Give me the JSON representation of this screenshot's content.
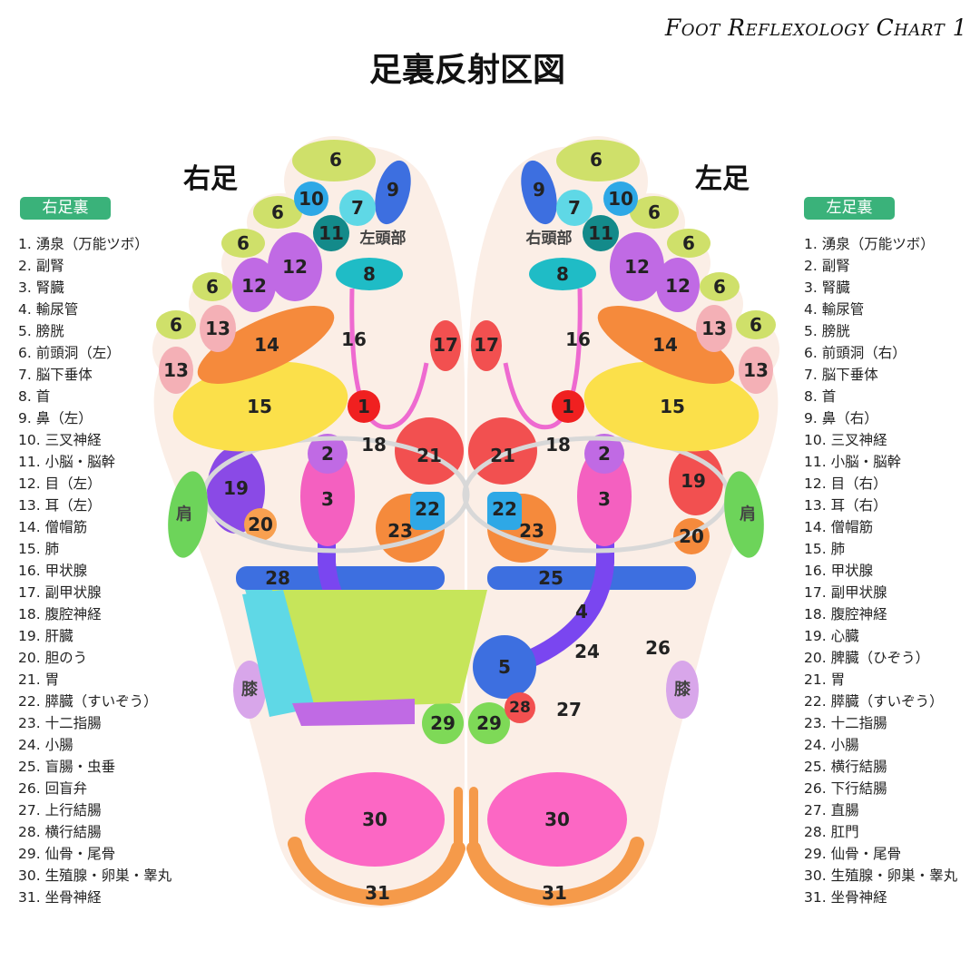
{
  "header": {
    "corner_title": "Foot Reflexology Chart 1",
    "main_title": "足裏反射区図"
  },
  "right_foot": {
    "title": "右足",
    "badge": "右足裏",
    "head_label": "左頭部",
    "shoulder_label": "肩",
    "knee_label": "膝",
    "legend": [
      "1. 湧泉（万能ツボ）",
      "2. 副腎",
      "3. 腎臓",
      "4. 輸尿管",
      "5. 膀胱",
      "6. 前頭洞（左）",
      "7. 脳下垂体",
      "8. 首",
      "9. 鼻（左）",
      "10. 三叉神経",
      "11. 小脳・脳幹",
      "12. 目（左）",
      "13. 耳（左）",
      "14. 僧帽筋",
      "15. 肺",
      "16. 甲状腺",
      "17. 副甲状腺",
      "18. 腹腔神経",
      "19. 肝臓",
      "20. 胆のう",
      "21. 胃",
      "22. 膵臓（すいぞう）",
      "23. 十二指腸",
      "24. 小腸",
      "25. 盲腸・虫垂",
      "26. 回盲弁",
      "27. 上行結腸",
      "28. 横行結腸",
      "29. 仙骨・尾骨",
      "30. 生殖腺・卵巣・睾丸",
      "31. 坐骨神経"
    ]
  },
  "left_foot": {
    "title": "左足",
    "badge": "左足裏",
    "head_label": "右頭部",
    "shoulder_label": "肩",
    "knee_label": "膝",
    "legend": [
      "1. 湧泉（万能ツボ）",
      "2. 副腎",
      "3. 腎臓",
      "4. 輸尿管",
      "5. 膀胱",
      "6. 前頭洞（右）",
      "7. 脳下垂体",
      "8. 首",
      "9. 鼻（右）",
      "10. 三叉神経",
      "11. 小脳・脳幹",
      "12. 目（右）",
      "13. 耳（右）",
      "14. 僧帽筋",
      "15. 肺",
      "16. 甲状腺",
      "17. 副甲状腺",
      "18. 腹腔神経",
      "19. 心臓",
      "20. 脾臓（ひぞう）",
      "21. 胃",
      "22. 膵臓（すいぞう）",
      "23. 十二指腸",
      "24. 小腸",
      "25. 横行結腸",
      "26. 下行結腸",
      "27. 直腸",
      "28. 肛門",
      "29. 仙骨・尾骨",
      "30. 生殖腺・卵巣・睾丸",
      "31. 坐骨神経"
    ]
  },
  "zone_colors": {
    "foot_skin": "#fbeee6",
    "sinus_6": "#cfe06a",
    "nose_9": "#3d6fe0",
    "trigeminal_10": "#2ea8e6",
    "pituitary_7": "#5fd8e6",
    "cerebellum_11": "#138a8a",
    "neck_8": "#1fbcc6",
    "eye_12": "#c06ae4",
    "ear_13": "#f4b0b6",
    "trapezius_14": "#f58a3c",
    "lung_15": "#fbe04a",
    "thyroid_16": "#ee6ad0",
    "parathyroid_17": "#f25050",
    "point_1": "#f02020",
    "solar_plexus_18": "#d8d8d8",
    "liver_heart_19": "#8a4ae6",
    "adrenal_2": "#c06ae4",
    "kidney_3": "#f460c0",
    "ureter_4": "#7a46f0",
    "bladder_5": "#3d6fe0",
    "stomach_21": "#f25050",
    "pancreas_22": "#2ea8e6",
    "duodenum_23": "#f58a3c",
    "small_intestine_24": "#c6e55a",
    "transverse_colon": "#3d6fe0",
    "ascending_colon": "#5fd8e6",
    "rectum_27": "#c06ae4",
    "sacrum_29": "#7ed957",
    "genital_30": "#fc67c4",
    "sciatic_31": "#f59a4a",
    "shoulder": "#6dd45a",
    "knee": "#d8a6ea"
  }
}
